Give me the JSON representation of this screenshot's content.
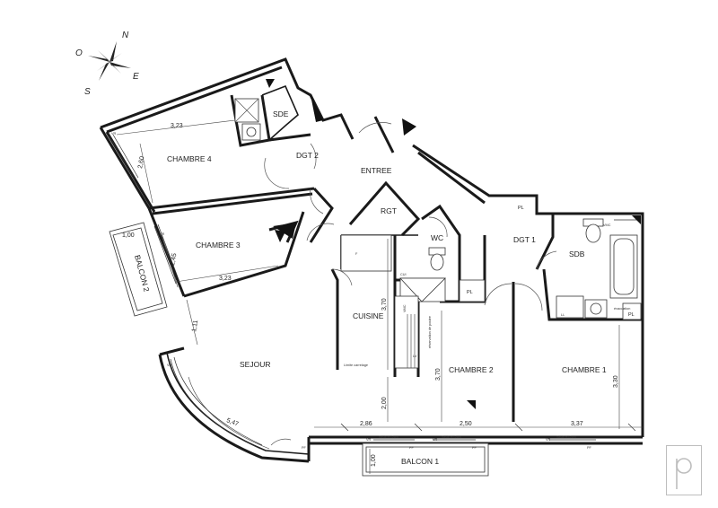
{
  "compass": {
    "north": "N",
    "east": "E",
    "south": "S",
    "west": "O"
  },
  "rooms": {
    "chambre4": "CHAMBRE 4",
    "sde": "SDE",
    "dgt2": "DGT 2",
    "entree": "ENTREE",
    "chambre3": "CHAMBRE 3",
    "rgt": "RGT",
    "wc": "WC",
    "dgt1": "DGT 1",
    "sdb": "SDB",
    "cuisine": "CUISINE",
    "sejour": "SEJOUR",
    "chambre2": "CHAMBRE 2",
    "chambre1": "CHAMBRE 1",
    "balcon1": "BALCON 1",
    "balcon2": "BALCON 2"
  },
  "dimensions": {
    "ch4_width": "3,23",
    "ch4_depth": "2,60",
    "ch3_width": "3,23",
    "ch3_depth": "2,45",
    "sejour_depth": "1,11",
    "sejour_arc": "5,47",
    "kitchen_depth": "3,70",
    "kitchen_lower": "2,00",
    "ch2_depth": "3,70",
    "ch1_depth": "3,30",
    "bottom_a": "2,86",
    "bottom_b": "2,50",
    "bottom_c": "3,37",
    "balcon1_depth": "1,00",
    "balcon2_width": "1,00"
  },
  "fixtures": {
    "pl": "PL",
    "vr": "VR",
    "pf": "PF",
    "lv": "LV",
    "ll": "LL",
    "cui": "CUI",
    "vmc": "VMC",
    "f": "F",
    "evacuation": "évacuation",
    "limite_carrelage": "Limite carrelage",
    "reservation": "réservation de poutre",
    "seuil": "Seuil H=2cm"
  },
  "colors": {
    "wall": "#1a1a1a",
    "logo_border": "#bdbdbd",
    "logo_glyph": "#bdbdbd"
  }
}
